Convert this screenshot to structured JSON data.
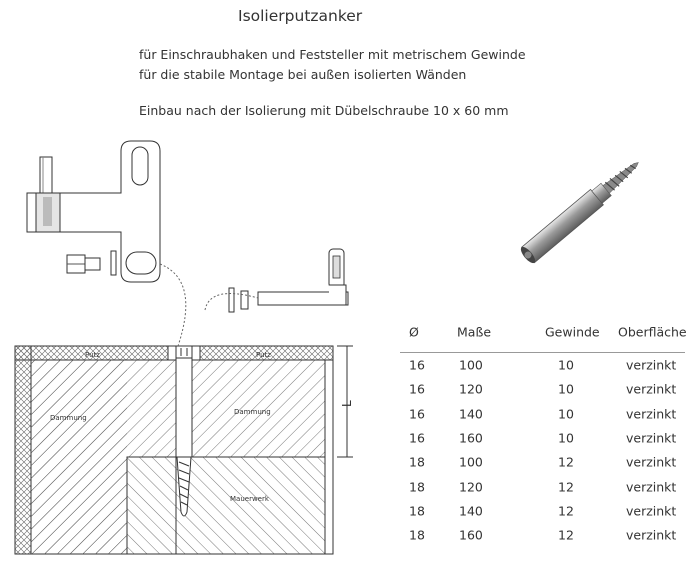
{
  "title": "Isolierputzanker",
  "description": [
    "für Einschraubhaken und Feststeller mit metrischem Gewinde",
    "für die stabile Montage bei außen isolierten Wänden",
    "Einbau nach der Isolierung mit Dübelschraube 10 x 60 mm"
  ],
  "drawing": {
    "labels": {
      "putz_left": "Putz",
      "putz_right": "Putz",
      "daemmung_left": "Dammung",
      "daemmung_right": "Dammung",
      "mauerwerk": "Mauerwerk",
      "dimension": "L"
    }
  },
  "table": {
    "headers": [
      "Ø",
      "Maße",
      "Gewinde",
      "Oberfläche"
    ],
    "rows": [
      [
        "16",
        "100",
        "10",
        "verzinkt"
      ],
      [
        "16",
        "120",
        "10",
        "verzinkt"
      ],
      [
        "16",
        "140",
        "10",
        "verzinkt"
      ],
      [
        "16",
        "160",
        "10",
        "verzinkt"
      ],
      [
        "18",
        "100",
        "12",
        "verzinkt"
      ],
      [
        "18",
        "120",
        "12",
        "verzinkt"
      ],
      [
        "18",
        "140",
        "12",
        "verzinkt"
      ],
      [
        "18",
        "160",
        "12",
        "verzinkt"
      ]
    ]
  }
}
